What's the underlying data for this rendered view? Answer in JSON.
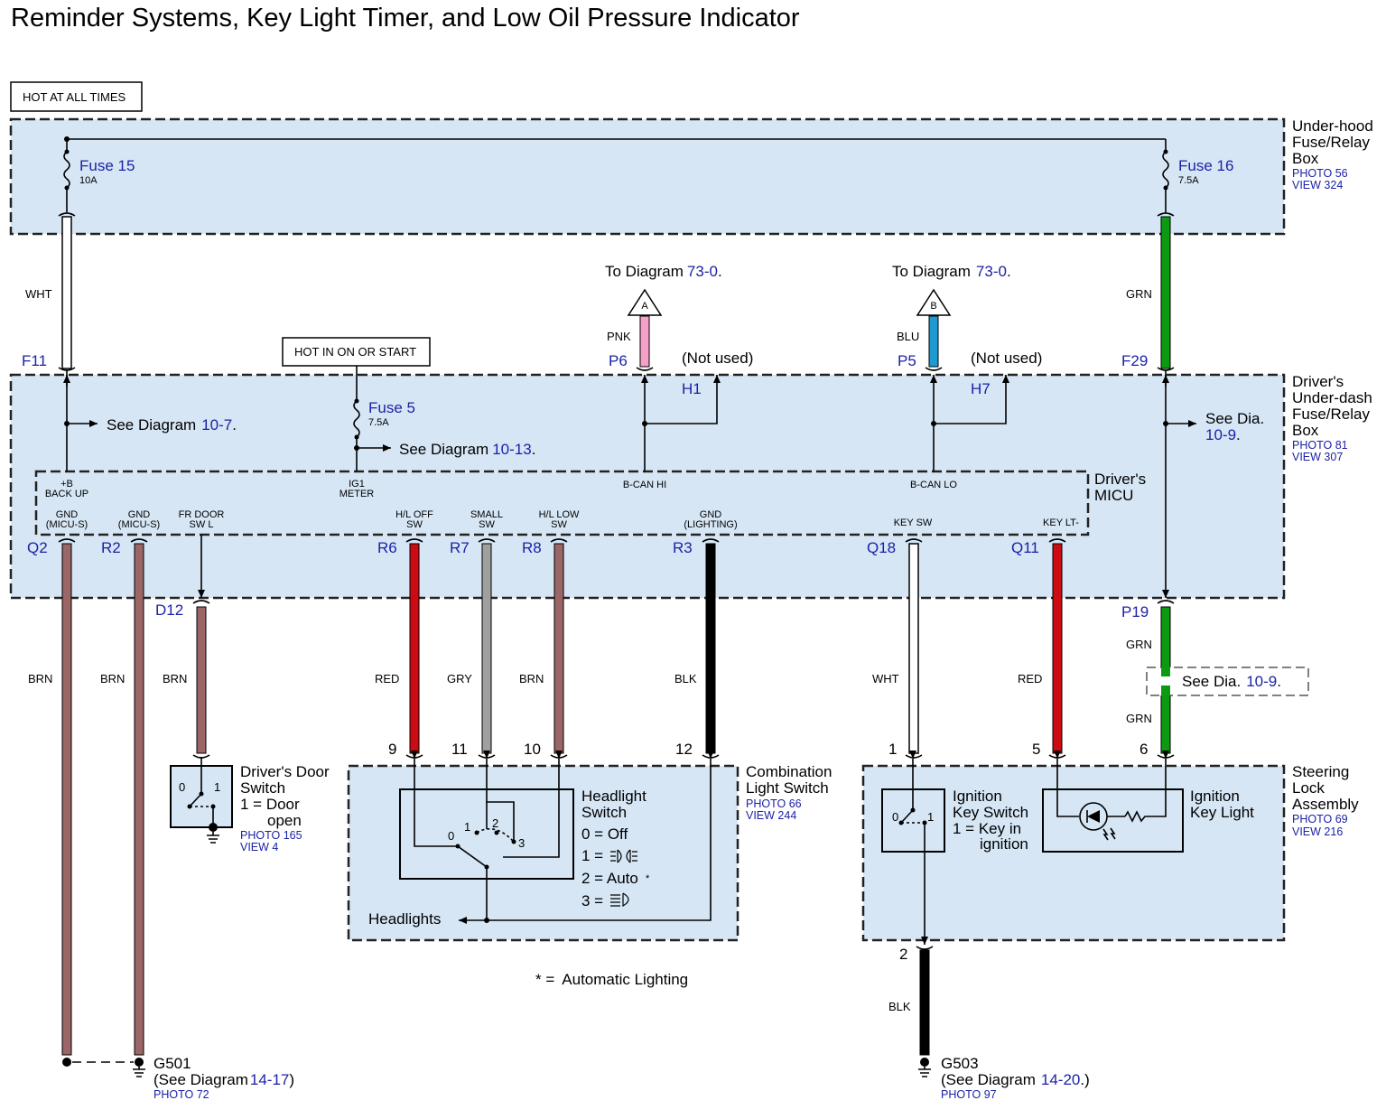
{
  "title": "Reminder Systems, Key Light Timer, and Low Oil Pressure Indicator",
  "hot_at_all_times": "HOT AT ALL TIMES",
  "hot_in_on": "HOT IN ON OR START",
  "underhood": {
    "name": [
      "Under-hood",
      "Fuse/Relay",
      "Box"
    ],
    "photo": "PHOTO 56",
    "view": "VIEW 324"
  },
  "underdash": {
    "name": [
      "Driver's",
      "Under-dash",
      "Fuse/Relay",
      "Box"
    ],
    "photo": "PHOTO 81",
    "view": "VIEW 307"
  },
  "micu": {
    "name": [
      "Driver's",
      "MICU"
    ]
  },
  "fuses": {
    "f15": {
      "name": "Fuse 15",
      "rating": "10A"
    },
    "f16": {
      "name": "Fuse 16",
      "rating": "7.5A"
    },
    "f5": {
      "name": "Fuse 5",
      "rating": "7.5A"
    }
  },
  "see_diagrams": {
    "d10_7": {
      "prefix": "See Diagram",
      "ref": "10-7",
      "suffix": "."
    },
    "d10_13": {
      "prefix": "See Diagram",
      "ref": "10-13",
      "suffix": "."
    },
    "d10_9a": {
      "prefix": "See Dia.",
      "ref": "10-9",
      "suffix": "."
    },
    "d10_9b": {
      "prefix": "See  Dia.",
      "ref": "10-9",
      "suffix": "."
    },
    "to73a": {
      "prefix": "To Diagram",
      "ref": "73-0",
      "suffix": "."
    },
    "to73b": {
      "prefix": "To Diagram",
      "ref": "73-0",
      "suffix": "."
    }
  },
  "not_used": "(Not used)",
  "connectors": {
    "F11": "F11",
    "F29": "F29",
    "P6": "P6",
    "P5": "P5",
    "H1": "H1",
    "H7": "H7",
    "Q2": "Q2",
    "R2": "R2",
    "D12": "D12",
    "R6": "R6",
    "R7": "R7",
    "R8": "R8",
    "R3": "R3",
    "Q18": "Q18",
    "Q11": "Q11",
    "P19": "P19"
  },
  "pins": {
    "backup": [
      "+B",
      "BACK UP"
    ],
    "ig1": [
      "IG1",
      "METER"
    ],
    "bcanhi": "B-CAN HI",
    "bcanlo": "B-CAN LO",
    "gnd_micu1": [
      "GND",
      "(MICU-S)"
    ],
    "gnd_micu2": [
      "GND",
      "(MICU-S)"
    ],
    "frdoor": [
      "FR DOOR",
      "SW L"
    ],
    "hloff": [
      "H/L OFF",
      "SW"
    ],
    "small": [
      "SMALL",
      "SW"
    ],
    "hllow": [
      "H/L LOW",
      "SW"
    ],
    "gndlight": [
      "GND",
      "(LIGHTING)"
    ],
    "keysw": "KEY SW",
    "keylt": "KEY LT-"
  },
  "arrows": {
    "a": "A",
    "b": "B"
  },
  "wires": {
    "wht1": "WHT",
    "grn1": "GRN",
    "pnk": "PNK",
    "blu": "BLU",
    "brn1": "BRN",
    "brn2": "BRN",
    "brn3": "BRN",
    "red1": "RED",
    "gry": "GRY",
    "brn4": "BRN",
    "blk1": "BLK",
    "wht2": "WHT",
    "red2": "RED",
    "grn2": "GRN",
    "grn3": "GRN",
    "blk2": "BLK"
  },
  "wire_colors": {
    "wht": "#ffffff",
    "grn": "#0c9a12",
    "pnk": "#f4a0c8",
    "blu": "#1d9bd0",
    "brn": "#9a6666",
    "red": "#cc0c12",
    "gry": "#a0a0a0",
    "blk": "#000000"
  },
  "terminals": {
    "t9": "9",
    "t11": "11",
    "t10": "10",
    "t12": "12",
    "t1": "1",
    "t5": "5",
    "t6": "6",
    "t2": "2"
  },
  "door_switch": {
    "name": [
      "Driver's Door",
      "Switch",
      "1 = Door",
      "open"
    ],
    "photo": "PHOTO 165",
    "view": "VIEW 4",
    "pos0": "0",
    "pos1": "1"
  },
  "combo": {
    "name": [
      "Combination",
      "Light Switch"
    ],
    "photo": "PHOTO 66",
    "view": "VIEW 244"
  },
  "headlight_switch": {
    "name": [
      "Headlight",
      "Switch"
    ],
    "positions": [
      "0 = Off",
      "1 =",
      "2 = Auto",
      "3 ="
    ],
    "star": "*",
    "sw_labels": [
      "0",
      "1",
      "2",
      "3"
    ],
    "headlights": "Headlights"
  },
  "auto_note": {
    "star": "* =",
    "text": "Automatic Lighting"
  },
  "steering": {
    "name": [
      "Steering",
      "Lock",
      "Assembly"
    ],
    "photo": "PHOTO 69",
    "view": "VIEW 216"
  },
  "ign_switch": {
    "name": [
      "Ignition",
      "Key Switch",
      "1 = Key in",
      "ignition"
    ],
    "pos0": "0",
    "pos1": "1"
  },
  "ign_light": {
    "name": [
      "Ignition",
      "Key Light"
    ]
  },
  "g501": {
    "name": "G501",
    "see_prefix": "(See Diagram",
    "ref": "14-17",
    "see_suffix": ")",
    "photo": "PHOTO 72"
  },
  "g503": {
    "name": "G503",
    "see_prefix": "(See  Diagram",
    "ref": "14-20",
    "see_suffix": ".)",
    "photo": "PHOTO 97"
  }
}
